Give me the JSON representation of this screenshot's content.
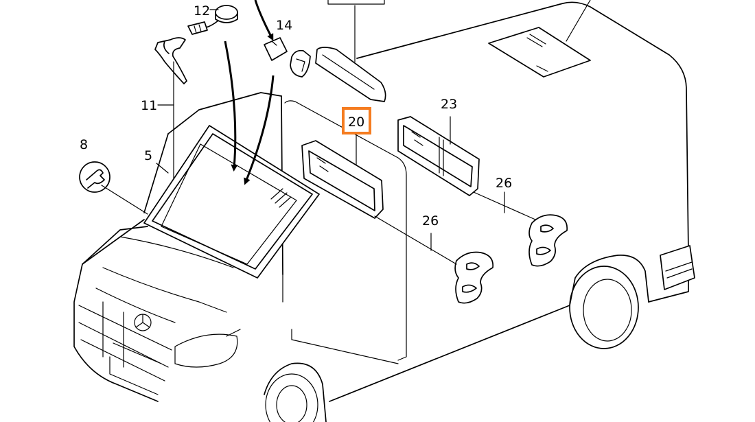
{
  "diagram": {
    "highlight_color": "#f57c20",
    "callouts": {
      "c5": "5",
      "c8": "8",
      "c11": "11",
      "c12": "12",
      "c14": "14",
      "c20": "20",
      "c23": "23",
      "c26a": "26",
      "c26b": "26"
    }
  }
}
